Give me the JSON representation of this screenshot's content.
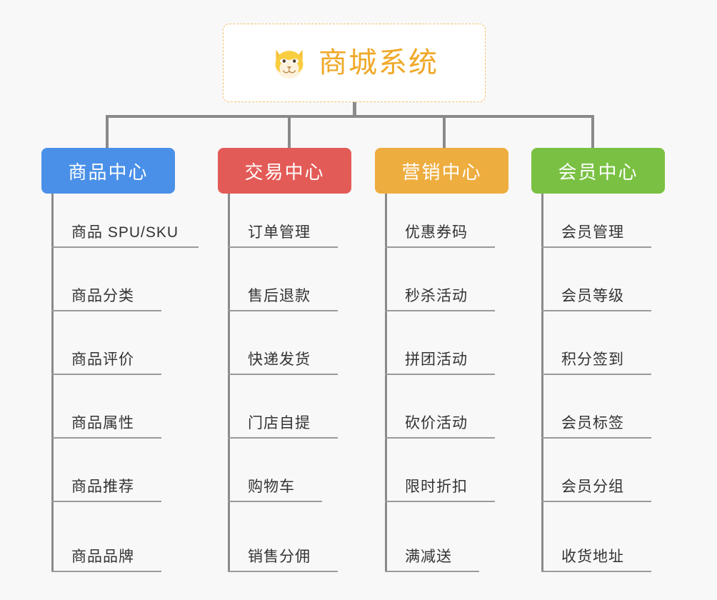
{
  "page": {
    "background": "#f8f8f8",
    "title": "商城系统",
    "type": "mindmap"
  },
  "root": {
    "label": "商城系统",
    "icon": "shiba-dog-face-icon",
    "text_color": "#f0a828",
    "border_color": "#f2c26b",
    "background": "#ffffff"
  },
  "connector": {
    "color": "#8a8a8a"
  },
  "columns": [
    {
      "label": "商品中心",
      "color": "#4a90e8",
      "items": [
        {
          "label": "商品 SPU/SKU"
        },
        {
          "label": "商品分类"
        },
        {
          "label": "商品评价"
        },
        {
          "label": "商品属性"
        },
        {
          "label": "商品推荐"
        },
        {
          "label": "商品品牌"
        }
      ]
    },
    {
      "label": "交易中心",
      "color": "#e35b57",
      "items": [
        {
          "label": "订单管理"
        },
        {
          "label": "售后退款"
        },
        {
          "label": "快递发货"
        },
        {
          "label": "门店自提"
        },
        {
          "label": "购物车"
        },
        {
          "label": "销售分佣"
        }
      ]
    },
    {
      "label": "营销中心",
      "color": "#eead3f",
      "items": [
        {
          "label": "优惠券码"
        },
        {
          "label": "秒杀活动"
        },
        {
          "label": "拼团活动"
        },
        {
          "label": "砍价活动"
        },
        {
          "label": "限时折扣"
        },
        {
          "label": "满减送"
        }
      ]
    },
    {
      "label": "会员中心",
      "color": "#7ac143",
      "items": [
        {
          "label": "会员管理"
        },
        {
          "label": "会员等级"
        },
        {
          "label": "积分签到"
        },
        {
          "label": "会员标签"
        },
        {
          "label": "会员分组"
        },
        {
          "label": "收货地址"
        }
      ]
    }
  ]
}
